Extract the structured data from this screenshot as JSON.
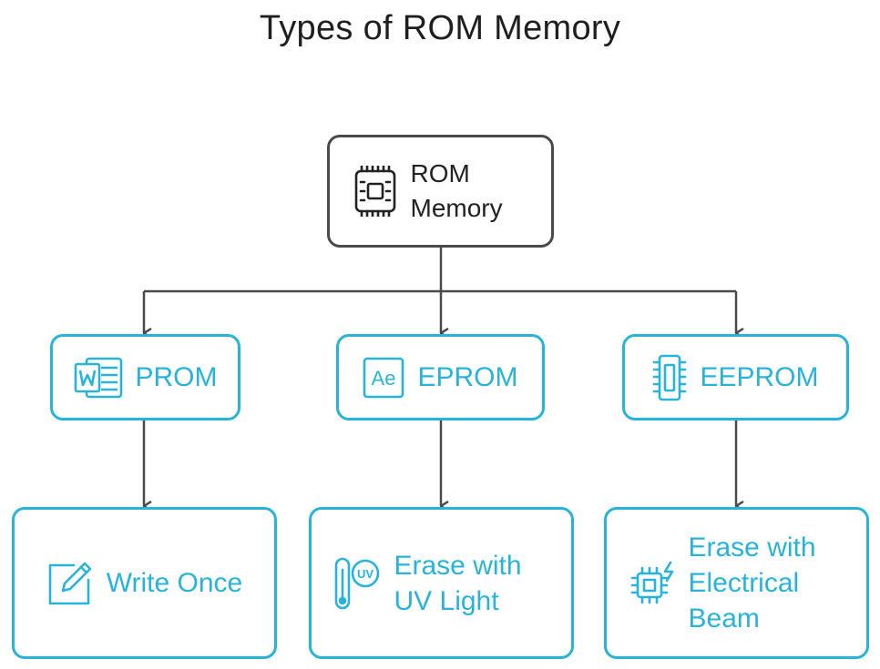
{
  "title": "Types of ROM Memory",
  "colors": {
    "accent": "#29b3d9",
    "root_border": "#4a4a4a",
    "connector": "#4a4a4a"
  },
  "root": {
    "label": "ROM Memory",
    "icon": "circuit-board-icon"
  },
  "types": [
    {
      "label": "PROM",
      "icon": "word-document-icon",
      "property": {
        "label": "Write Once",
        "icon": "edit-pencil-icon"
      }
    },
    {
      "label": "EPROM",
      "icon": "ae-badge-icon",
      "property": {
        "label": "Erase with UV Light",
        "icon": "uv-tube-icon"
      }
    },
    {
      "label": "EEPROM",
      "icon": "chip-icon",
      "property": {
        "label": "Erase with Electrical Beam",
        "icon": "chip-bolt-icon"
      }
    }
  ]
}
